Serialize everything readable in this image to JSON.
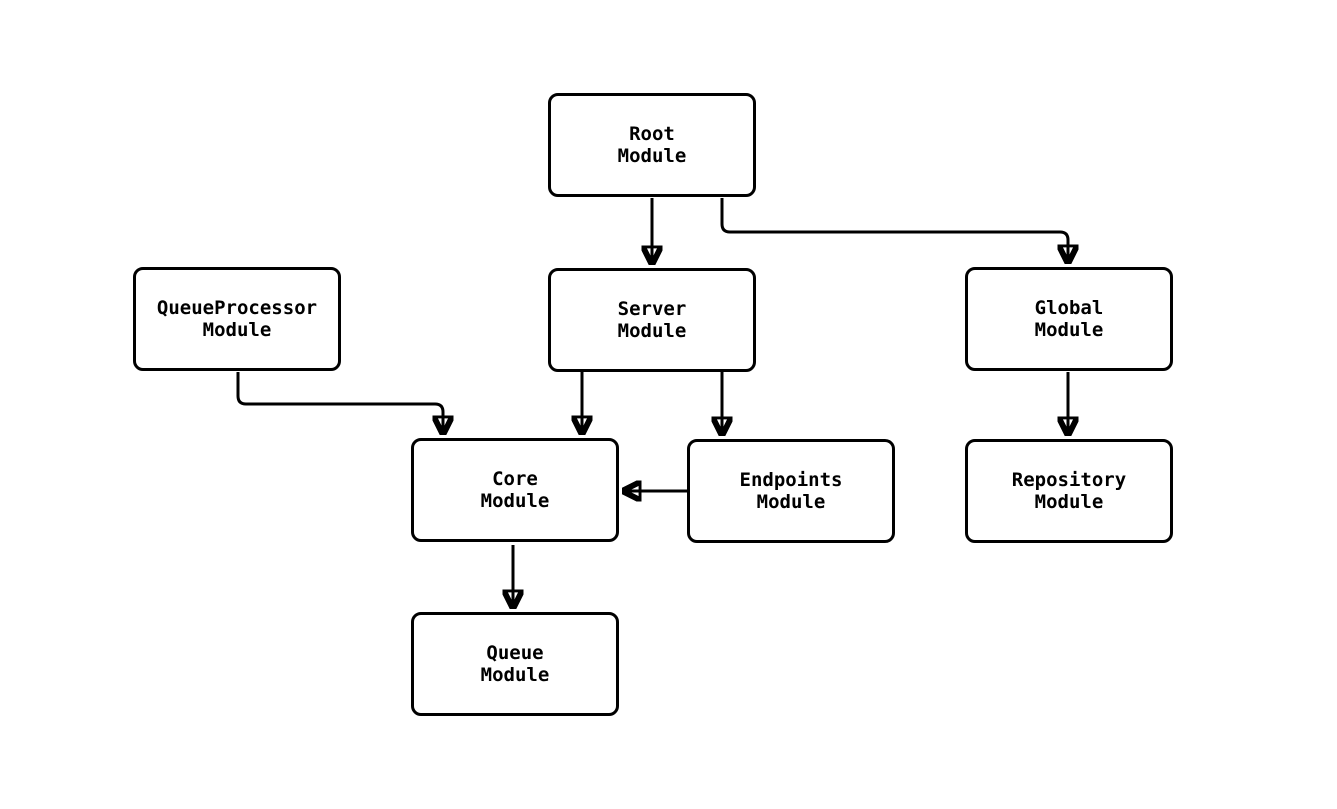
{
  "diagram": {
    "background_color": "#ffffff",
    "node_fill_color": "#ffffff",
    "line_color": "#000000",
    "text_color": "#000000",
    "nodes": {
      "root": {
        "label": "Root\nModule"
      },
      "queue_processor": {
        "label": "QueueProcessor\nModule"
      },
      "server": {
        "label": "Server\nModule"
      },
      "global": {
        "label": "Global\nModule"
      },
      "core": {
        "label": "Core\nModule"
      },
      "endpoints": {
        "label": "Endpoints\nModule"
      },
      "repository": {
        "label": "Repository\nModule"
      },
      "queue": {
        "label": "Queue\nModule"
      }
    },
    "edges": [
      {
        "from": "root",
        "to": "server"
      },
      {
        "from": "root",
        "to": "global"
      },
      {
        "from": "queue_processor",
        "to": "core"
      },
      {
        "from": "server",
        "to": "core"
      },
      {
        "from": "server",
        "to": "endpoints"
      },
      {
        "from": "endpoints",
        "to": "core"
      },
      {
        "from": "global",
        "to": "repository"
      },
      {
        "from": "core",
        "to": "queue"
      }
    ]
  }
}
